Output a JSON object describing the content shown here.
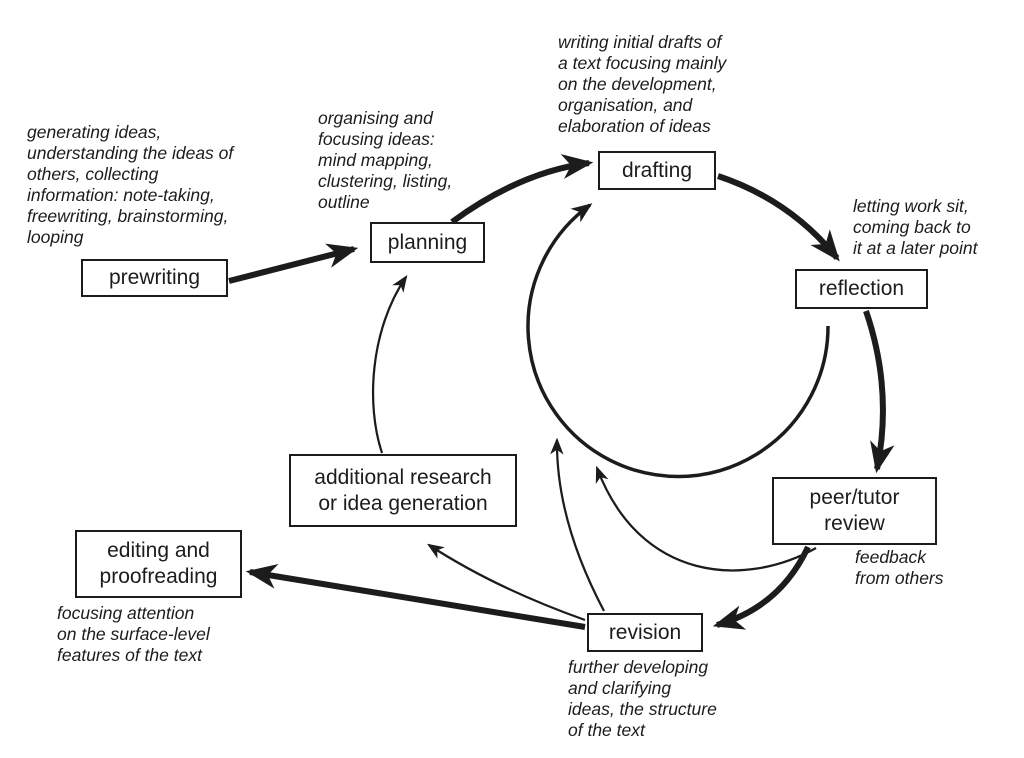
{
  "colors": {
    "ink": "#1c1c1c",
    "background": "#ffffff"
  },
  "nodes": {
    "prewriting": {
      "label": "prewriting"
    },
    "planning": {
      "label": "planning"
    },
    "drafting": {
      "label": "drafting"
    },
    "reflection": {
      "label": "reflection"
    },
    "peer_tutor_review": {
      "label": "peer/tutor\nreview"
    },
    "additional_research": {
      "label": "additional research\nor idea generation"
    },
    "revision": {
      "label": "revision"
    },
    "editing_proofreading": {
      "label": "editing and\nproofreading"
    }
  },
  "annotations": {
    "prewriting_note": {
      "text": "generating ideas,\nunderstanding the ideas of\nothers, collecting\ninformation: note-taking,\nfreewriting, brainstorming,\nlooping"
    },
    "planning_note": {
      "text": "organising and\nfocusing ideas:\nmind mapping,\nclustering, listing,\noutline"
    },
    "drafting_note": {
      "text": "writing initial drafts of\na text focusing mainly\non the development,\norganisation, and\nelaboration of ideas"
    },
    "reflection_note": {
      "text": "letting work sit,\ncoming back to\nit at a later point"
    },
    "review_note": {
      "text": "feedback\nfrom others"
    },
    "revision_note": {
      "text": "further developing\nand clarifying\nideas, the structure\nof the text"
    },
    "editing_note": {
      "text": "focusing attention\non the surface-level\nfeatures of the text"
    }
  },
  "edges": [
    {
      "from": "prewriting",
      "to": "planning",
      "weight": "thick"
    },
    {
      "from": "planning",
      "to": "drafting",
      "weight": "thick"
    },
    {
      "from": "drafting",
      "to": "reflection",
      "weight": "thick"
    },
    {
      "from": "reflection",
      "to": "peer_tutor_review",
      "weight": "thick"
    },
    {
      "from": "peer_tutor_review",
      "to": "revision",
      "weight": "thick"
    },
    {
      "from": "revision",
      "to": "editing_proofreading",
      "weight": "thick"
    },
    {
      "from": "revision",
      "to": "drafting",
      "weight": "medium",
      "shape": "central-circle-loop"
    },
    {
      "from": "revision",
      "to": "central-cycle",
      "weight": "thin"
    },
    {
      "from": "peer_tutor_review",
      "to": "central-cycle",
      "weight": "thin"
    },
    {
      "from": "revision",
      "to": "additional_research",
      "weight": "thin"
    },
    {
      "from": "additional_research",
      "to": "planning",
      "weight": "thin"
    }
  ]
}
